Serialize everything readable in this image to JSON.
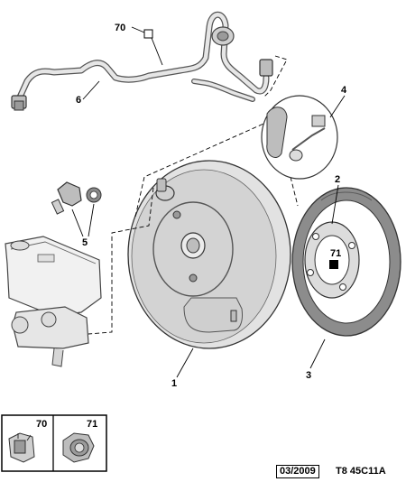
{
  "callouts": {
    "c70": "70",
    "c6": "6",
    "c4": "4",
    "c2": "2",
    "c71": "71",
    "c5": "5",
    "c1": "1",
    "c3": "3"
  },
  "legend": {
    "item70": "70",
    "item71": "71"
  },
  "footer": {
    "date": "03/2009",
    "code": "T8 45C11A"
  }
}
